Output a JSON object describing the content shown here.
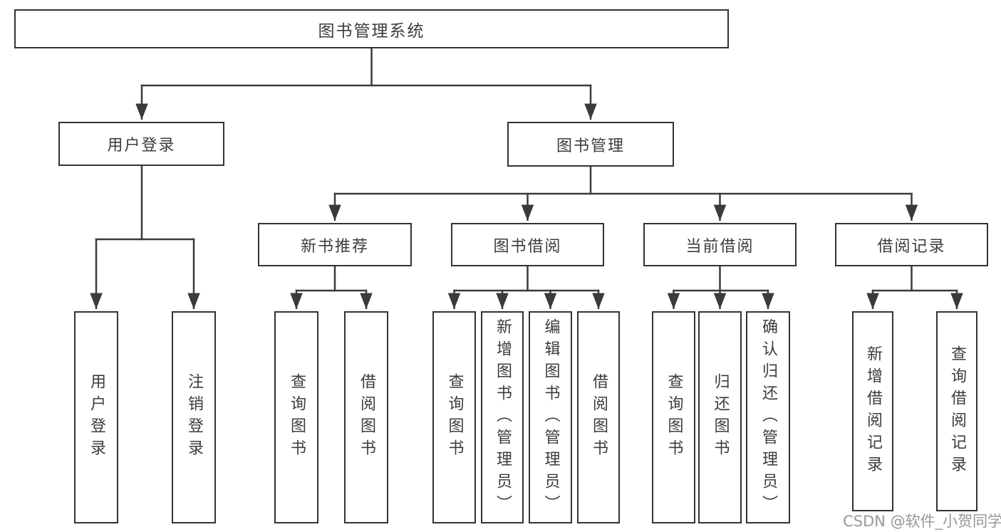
{
  "tree": {
    "root": {
      "label": "图书管理系统",
      "children": [
        {
          "label": "用户登录",
          "children": [
            {
              "label": "用户登录"
            },
            {
              "label": "注销登录"
            }
          ]
        },
        {
          "label": "图书管理",
          "children": [
            {
              "label": "新书推荐",
              "children": [
                {
                  "label": "查询图书"
                },
                {
                  "label": "借阅图书"
                }
              ]
            },
            {
              "label": "图书借阅",
              "children": [
                {
                  "label": "查询图书"
                },
                {
                  "label": "新增图书（管理员）"
                },
                {
                  "label": "编辑图书（管理员）"
                },
                {
                  "label": "借阅图书"
                }
              ]
            },
            {
              "label": "当前借阅",
              "children": [
                {
                  "label": "查询图书"
                },
                {
                  "label": "归还图书"
                },
                {
                  "label": "确认归还（管理员）"
                }
              ]
            },
            {
              "label": "借阅记录",
              "children": [
                {
                  "label": "新增借阅记录"
                },
                {
                  "label": "查询借阅记录"
                }
              ]
            }
          ]
        }
      ]
    }
  },
  "watermark": {
    "text": "CSDN @软件_小贺同学",
    "color": "#9e9e9e"
  },
  "colors": {
    "line": "#3a3a3a",
    "box_border": "#333333",
    "text": "#3c3c3c",
    "background": "#ffffff"
  }
}
